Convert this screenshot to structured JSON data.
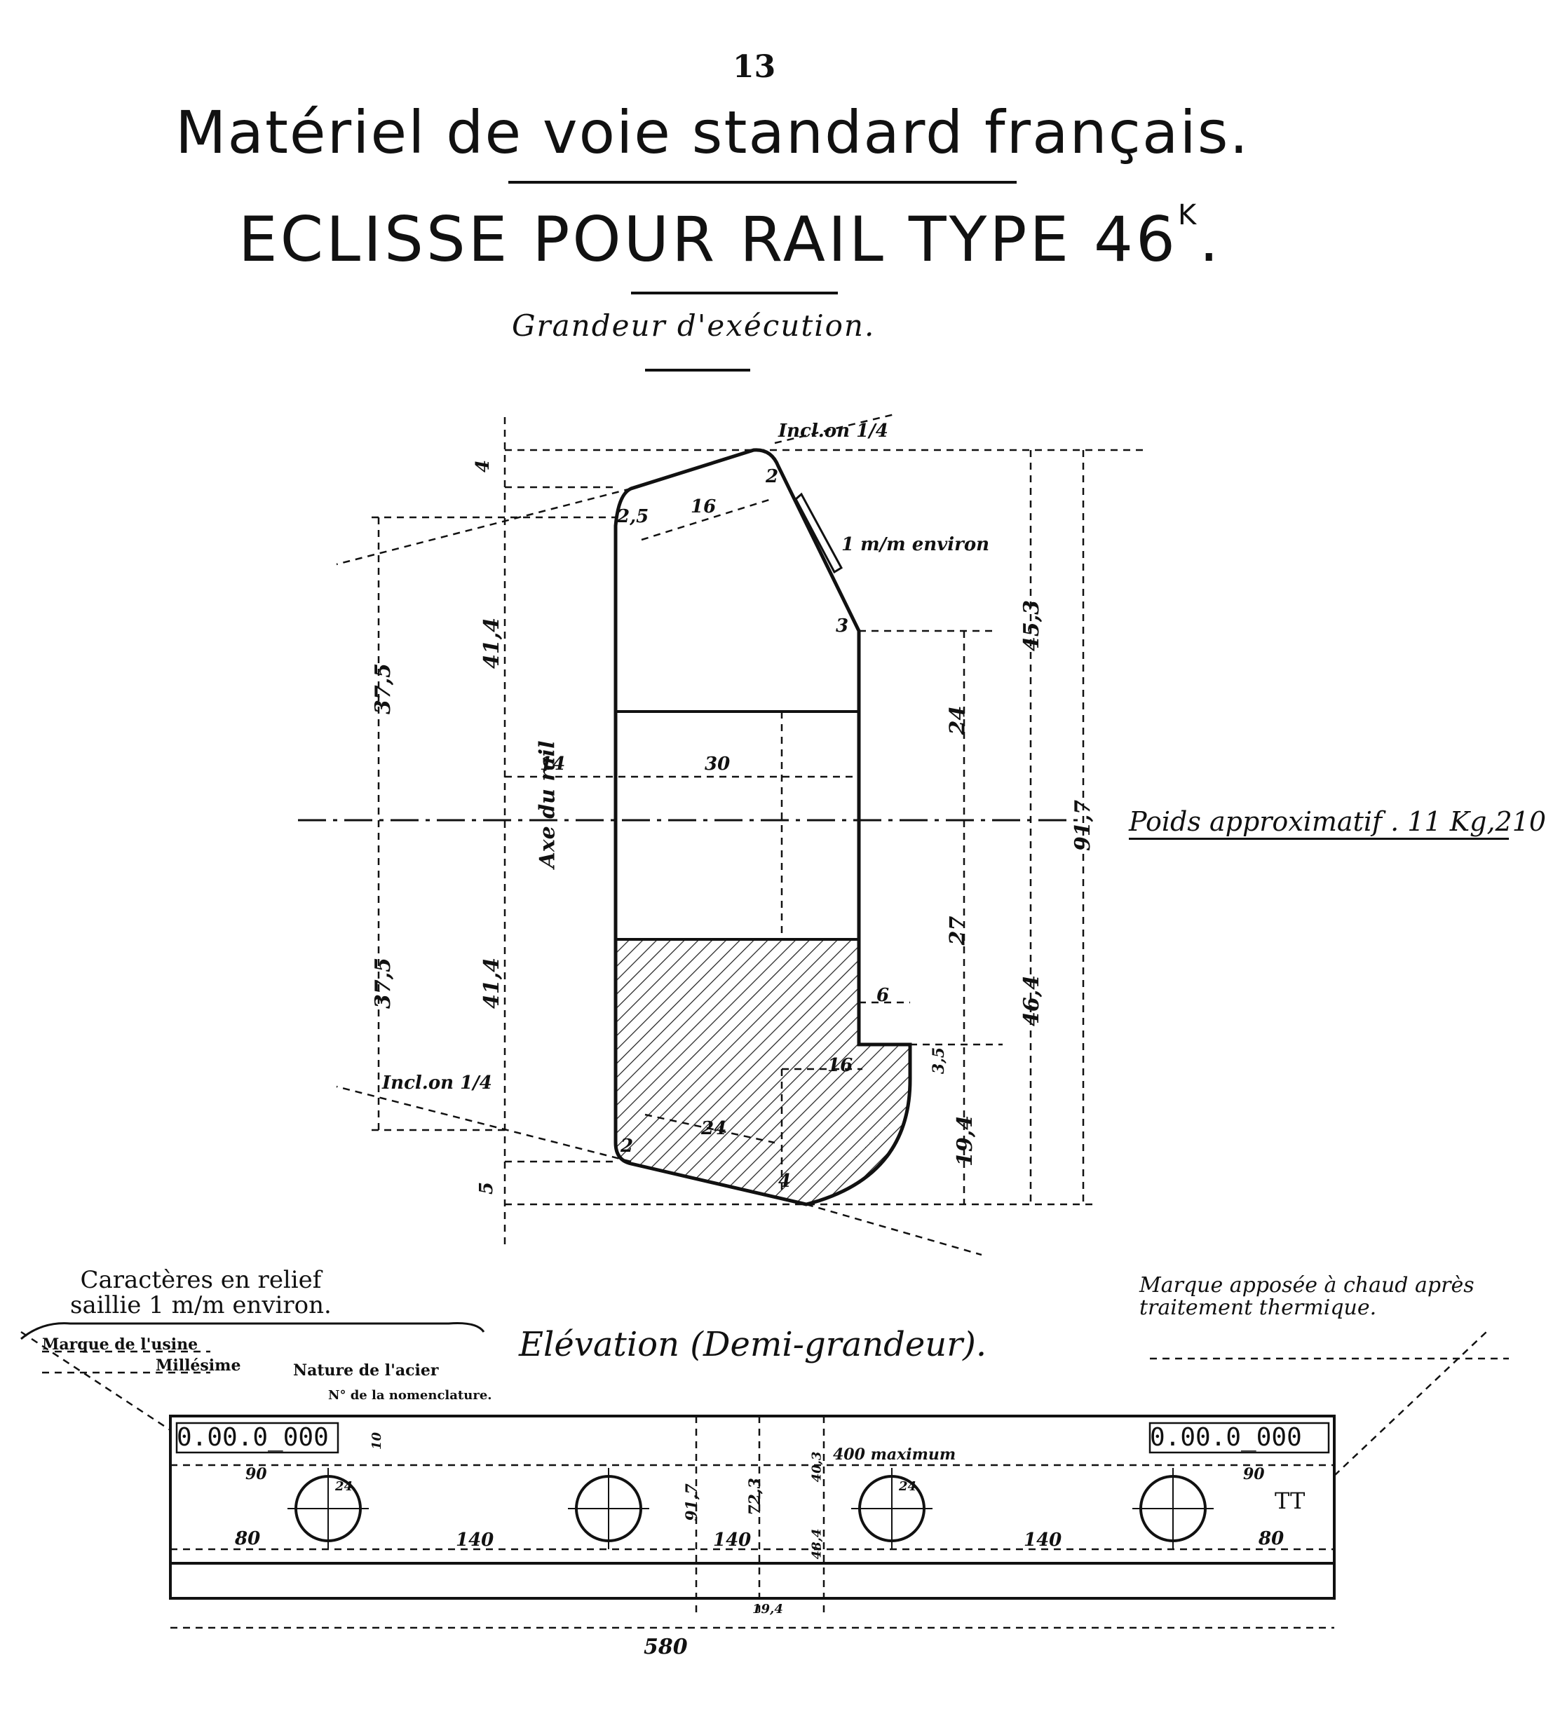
{
  "header": {
    "page_number": "13",
    "title": "Matériel de voie standard français.",
    "subtitle_main": "ECLISSE POUR RAIL TYPE 46",
    "subtitle_sup": "K",
    "subtitle_end": ".",
    "scale_note": "Grandeur d'exécution."
  },
  "section": {
    "incl_top": "Incl.on 1/4",
    "incl_bottom": "Incl.on 1/4",
    "environ_note": "1 m/m environ",
    "axis_label": "Axe du rail",
    "weight_label": "Poids approximatif . 11 Kg,210",
    "dims": {
      "d4": "4",
      "d2": "2",
      "d2_5": "2,5",
      "d16_top": "16",
      "d3": "3",
      "d41_4_top": "41,4",
      "d41_4_bot": "41,4",
      "d37_5_top": "37,5",
      "d37_5_bot": "37,5",
      "d14": "14",
      "d30": "30",
      "d24": "24",
      "d27": "27",
      "d45_3": "45,3",
      "d46_4": "46,4",
      "d91_7": "91,7",
      "d6": "6",
      "d3_5": "3,5",
      "d16_bot": "16",
      "d19_4": "19,4",
      "d24_bot": "24",
      "d5": "5",
      "d2_bot": "2",
      "d4_bot": "4"
    }
  },
  "elevation": {
    "title": "Elévation (Demi-grandeur).",
    "relief_line1": "Caractères en relief",
    "relief_line2": "saillie 1 m/m environ.",
    "thermal_line1": "Marque apposée à chaud après",
    "thermal_line2": "traitement thermique.",
    "usine": "Marque de l'usine",
    "millesime": "Millésime",
    "nature_acier": "Nature de l'acier",
    "nomenclature": "N° de la nomenclature.",
    "mark_left": "0.00.0_000",
    "mark_right": "0.00.0_000",
    "mark_tt": "TT",
    "max_note": "400 maximum",
    "dims": {
      "d10": "10",
      "d90_left": "90",
      "d90_right": "90",
      "d80_left": "80",
      "d80_right": "80",
      "d140_a": "140",
      "d140_b": "140",
      "d140_c": "140",
      "d91_7": "91,7",
      "d72_3": "72,3",
      "d40_3": "40,3",
      "d48_4": "48,4",
      "d19_4": "19,4",
      "d580": "580",
      "d24_a": "24",
      "d24_b": "24"
    }
  }
}
